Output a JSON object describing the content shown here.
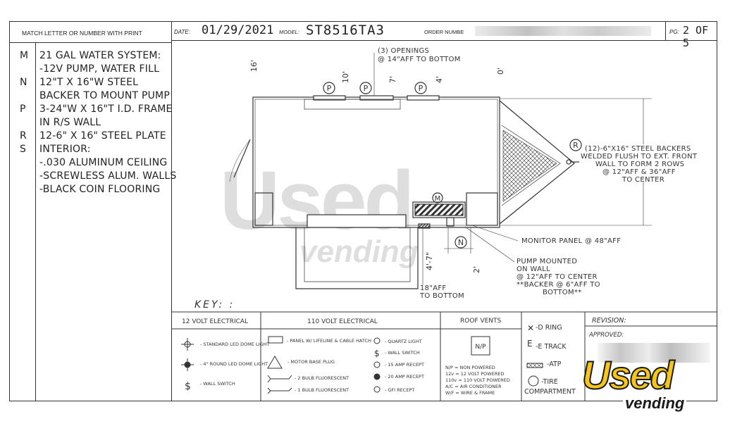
{
  "header": {
    "match_label": "MATCH LETTER OR NUMBER WITH PRINT",
    "date_label": "DATE:",
    "date_value": "01/29/2021",
    "model_label": "MODEL:",
    "model_value": "ST8516TA3",
    "order_label": "ORDER NUMBE",
    "page_label": "PG:",
    "page_value": "2 OF 5"
  },
  "notes": [
    {
      "letter": "M",
      "lines": [
        "21 GAL WATER SYSTEM:",
        "-12V PUMP, WATER FILL"
      ]
    },
    {
      "letter": "N",
      "lines": [
        "12\"T X 16\"W STEEL",
        "BACKER TO MOUNT PUMP"
      ]
    },
    {
      "letter": "P",
      "lines": [
        "3-24\"W X 16\"T I.D. FRAME",
        "IN R/S WALL"
      ]
    },
    {
      "letter": "R",
      "lines": [
        "12-6\" X 16\" STEEL PLATE"
      ]
    },
    {
      "letter": "S",
      "lines": [
        "INTERIOR:",
        "-.030 ALUMINUM CEILING",
        "-SCREWLESS ALUM. WALLS",
        "-BLACK COIN FLOORING"
      ]
    }
  ],
  "drawing": {
    "openings_line1": "(3) OPENINGS",
    "openings_line2": "@ 14\"AFF TO BOTTOM",
    "dim_16": "16'",
    "dim_10": "10'",
    "dim_7": "7'",
    "dim_4": "4'",
    "dim_0": "0'",
    "marker_p": "P",
    "marker_r": "R",
    "marker_m": "M",
    "marker_n": "N",
    "backers_lines": [
      "(12)-6\"X16\" STEEL BACKERS",
      "WELDED FLUSH TO EXT. FRONT",
      "WALL TO FORM 2 ROWS",
      "@ 12\"AFF & 36\"AFF",
      "TO CENTER"
    ],
    "monitor_panel": "MONITOR PANEL @ 48\"AFF",
    "pump_lines": [
      "PUMP MOUNTED",
      "ON WALL",
      "@ 12\"AFF TO CENTER",
      "**BACKER @ 6\"AFF TO",
      "BOTTOM**"
    ],
    "dim_4_7": "4'-7\"",
    "dim_2": "2'",
    "aff18_lines": [
      "18\"AFF",
      "TO BOTTOM"
    ]
  },
  "key": {
    "title": "KEY: :",
    "col_12v": "12 VOLT ELECTRICAL",
    "col_110v": "110 VOLT ELECTRICAL",
    "col_roof": "ROOF VENTS",
    "items_12v": [
      "- STANDARD LED DOME LIGHT",
      "- 4\" ROUND LED DOME LIGHT",
      "- WALL SWITCH"
    ],
    "items_110v": [
      "- PANEL W/ LIFELINE & CABLE HATCH",
      "- MOTOR BASE PLUG",
      "- 2 BULB FLUORESCENT",
      "- 1 BULB FLUORESCENT"
    ],
    "items_110v_right": [
      "- QUARTZ LIGHT",
      "- WALL SWITCH",
      "- 15 AMP RECEPT",
      "- 20 AMP RECEPT",
      "- GFI RECEPT"
    ],
    "np_box": "N/P",
    "roof_legend": [
      "N/P = NON POWERED",
      "12v = 12 VOLT POWERED",
      "110v = 110 VOLT POWERED",
      "A/C = AIR CONDITIONER",
      "W/F = WIRE & FRAME"
    ],
    "d_ring": "-D RING",
    "e_track": "-E TRACK",
    "atp": "-ATP",
    "tire": "-TIRE",
    "compartment": "COMPARTMENT",
    "revision_label": "REVISION:",
    "approved_label": "APPROVED:"
  },
  "watermark": {
    "used": "Used",
    "vending": "vending"
  },
  "colors": {
    "line": "#333333",
    "watermark": "#d6d6d6",
    "logo_yellow": "#f5c518",
    "logo_dark": "#1a1a1a"
  }
}
